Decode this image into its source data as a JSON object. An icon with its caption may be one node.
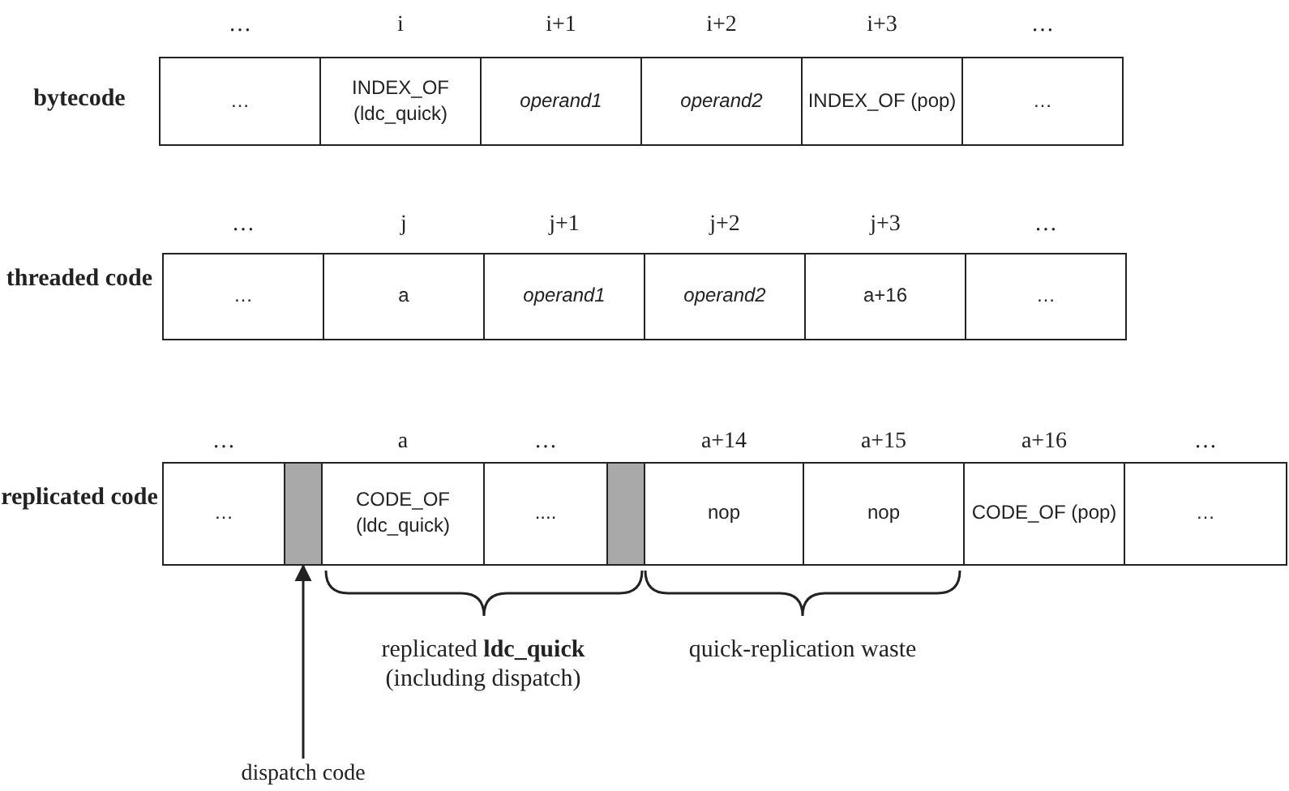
{
  "diagram": {
    "nodes": [
      {
        "text": [
          "…"
        ],
        "beside": [
          "…"
        ]
      },
      {
        "text": [
          "INDEX_OF (ldc_quick)"
        ],
        "beside": [
          "i"
        ]
      },
      {
        "text": [
          "operand1"
        ],
        "beside": [
          "i+1"
        ]
      },
      {
        "text": [
          "operand2"
        ],
        "beside": [
          "i+2"
        ]
      },
      {
        "text": [
          "INDEX_OF (pop)"
        ],
        "beside": [
          "i+3"
        ]
      },
      {
        "text": [
          "…"
        ],
        "beside": [
          "…"
        ]
      },
      {
        "text": [
          "…"
        ],
        "beside": [
          "…"
        ]
      },
      {
        "text": [
          "a"
        ],
        "beside": [
          "j"
        ]
      },
      {
        "text": [
          "operand1"
        ],
        "beside": [
          "j+1"
        ]
      },
      {
        "text": [
          "operand2"
        ],
        "beside": [
          "j+2"
        ]
      },
      {
        "text": [
          "a+16"
        ],
        "beside": [
          "j+3"
        ]
      },
      {
        "text": [
          "…"
        ],
        "beside": [
          "…"
        ]
      },
      {
        "text": [
          "…"
        ],
        "beside": [
          "…"
        ]
      },
      {
        "text": [],
        "shape": "bar"
      },
      {
        "text": [
          "CODE_OF (ldc_quick)"
        ],
        "beside": [
          "a"
        ]
      },
      {
        "text": [
          "...."
        ],
        "beside": [
          "…"
        ]
      },
      {
        "text": [],
        "shape": "bar"
      },
      {
        "text": [
          "nop"
        ],
        "beside": [
          "a+14"
        ]
      },
      {
        "text": [
          "nop"
        ],
        "beside": [
          "a+15"
        ]
      },
      {
        "text": [
          "CODE_OF (pop)"
        ],
        "beside": [
          "a+16"
        ]
      },
      {
        "text": [
          "…"
        ],
        "beside": [
          "…"
        ]
      },
      {
        "text": [
          "dispatch code"
        ]
      }
    ],
    "edges": [
      {
        "from": 21,
        "to": 13,
        "arrow": "to"
      }
    ],
    "labels": [
      "bytecode",
      "threaded code",
      "replicated code",
      "replicated **ldc_quick** (including dispatch)",
      "quick-replication waste"
    ]
  }
}
